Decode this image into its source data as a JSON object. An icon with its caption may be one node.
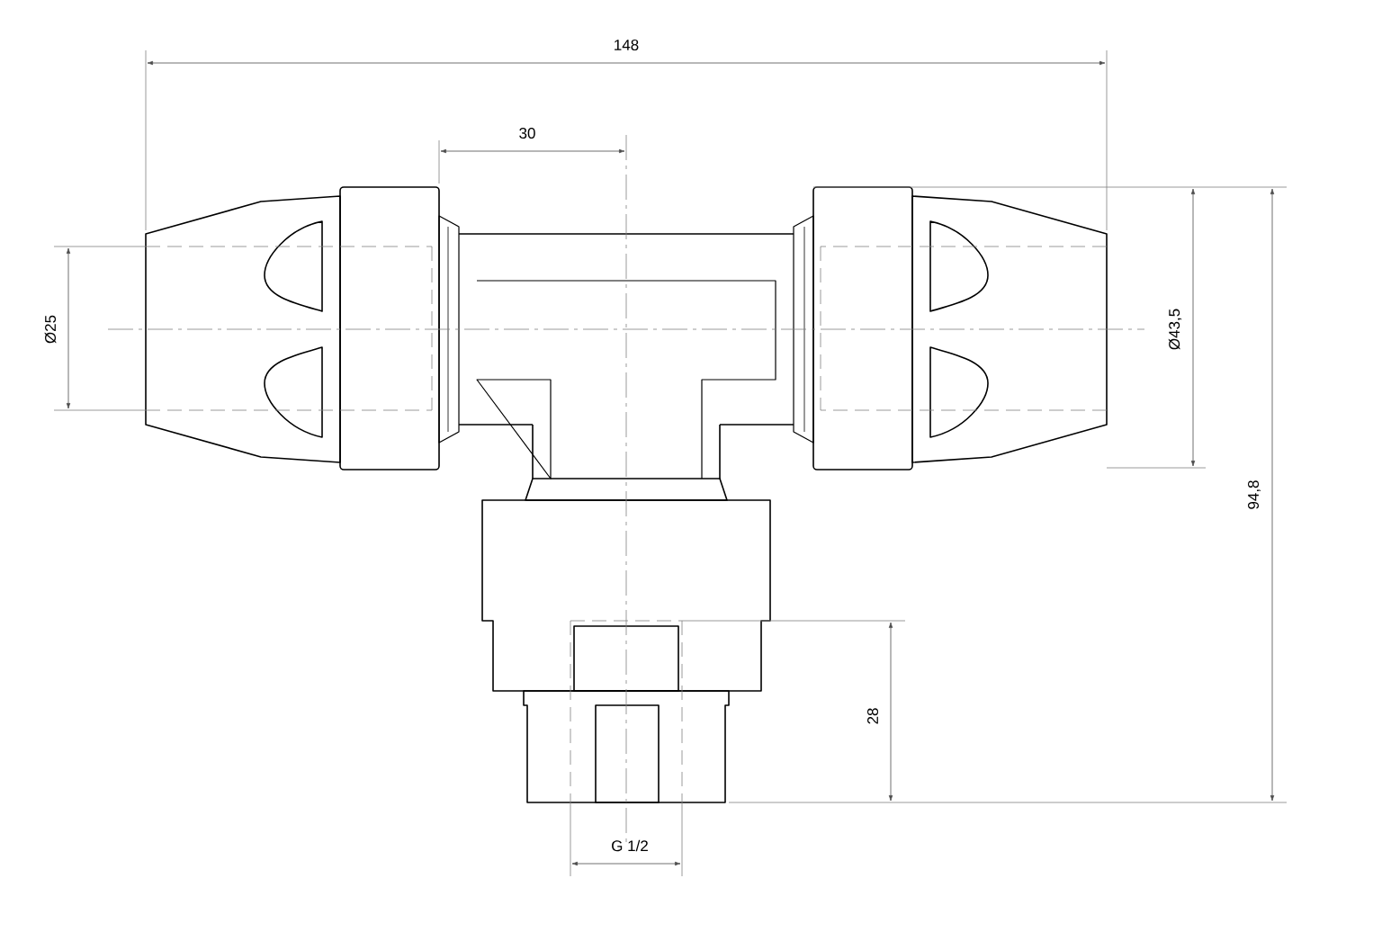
{
  "diagram": {
    "labels": [
      "148",
      "30",
      "Ø25",
      "Ø43,5",
      "94,8",
      "28",
      "G 1/2"
    ]
  }
}
